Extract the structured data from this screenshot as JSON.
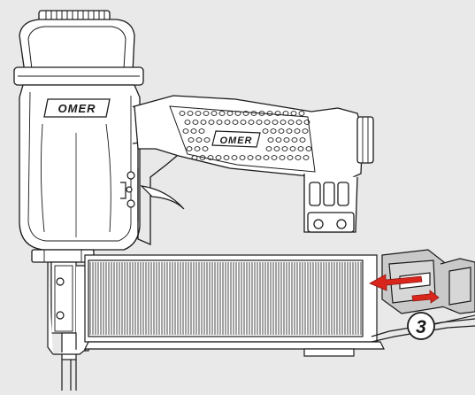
{
  "brand": {
    "motor_badge": "OMER",
    "handle_badge": "OMER"
  },
  "callout": {
    "number": "3"
  },
  "colors": {
    "background": "#e9e9e9",
    "line": "#1a1a1a",
    "body_fill": "#ffffff",
    "magazine_stripes": "#555555",
    "arrow": "#d9261c",
    "latch_fill": "#c9c9c9"
  },
  "icons": {
    "arrow_large": "arrow-left-icon",
    "arrow_small": "arrow-right-icon"
  }
}
